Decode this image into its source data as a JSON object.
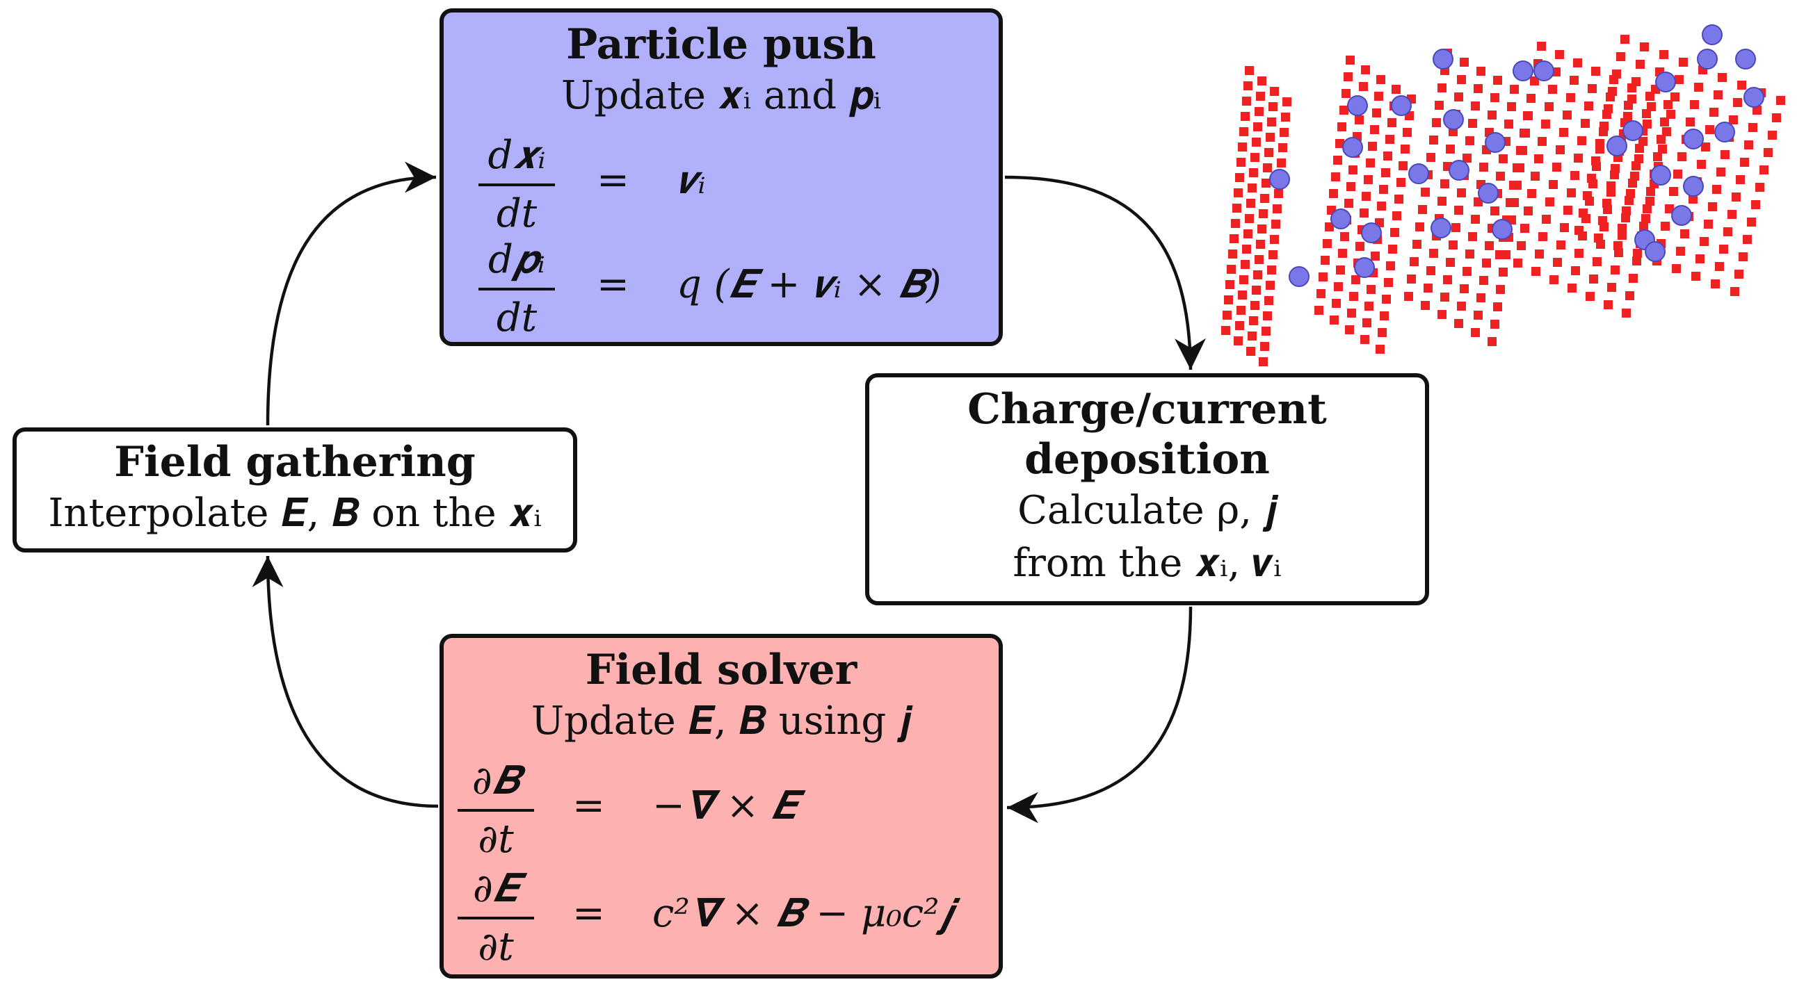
{
  "particle_push": {
    "title": "Particle push",
    "subtitle": "Update 𝒙ᵢ and 𝒑ᵢ",
    "eq1_num": "d𝒙ᵢ",
    "eq1_den": "dt",
    "eq1_eq": "=",
    "eq1_rhs": "𝒗ᵢ",
    "eq2_num": "d𝒑ᵢ",
    "eq2_den": "dt",
    "eq2_eq": "=",
    "eq2_rhs": "q (𝑬 + 𝒗ᵢ × 𝑩)",
    "color": "#b1b0fb"
  },
  "deposition": {
    "title_line1": "Charge/current",
    "title_line2": "deposition",
    "line1": "Calculate ρ, 𝒋",
    "line2": "from the 𝒙ᵢ, 𝒗ᵢ"
  },
  "field_solver": {
    "title": "Field solver",
    "subtitle": "Update 𝑬, 𝑩 using 𝒋",
    "eq1_num": "∂𝑩",
    "eq1_den": "∂t",
    "eq1_eq": "=",
    "eq1_rhs": "−𝛁 × 𝑬",
    "eq2_num": "∂𝑬",
    "eq2_den": "∂t",
    "eq2_eq": "=",
    "eq2_rhs": "c²𝛁 × 𝑩 − μ₀c²𝒋",
    "color": "#fdb1b1"
  },
  "field_gathering": {
    "title": "Field gathering",
    "line1": "Interpolate 𝑬, 𝑩 on the 𝒙ᵢ"
  },
  "colors": {
    "grid_point": "#ee2222",
    "particle": "#7a78e8"
  }
}
